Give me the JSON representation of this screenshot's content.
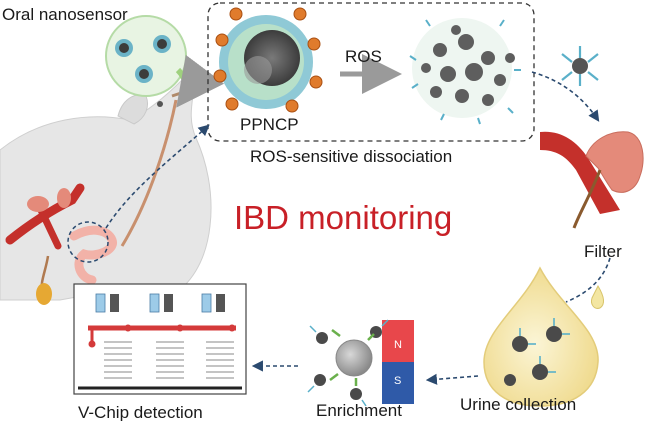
{
  "labels": {
    "oral_nanosensor": "Oral nanosensor",
    "ros": "ROS",
    "ppncp": "PPNCP",
    "ros_dissociation": "ROS-sensitive dissociation",
    "title": "IBD monitoring",
    "filter": "Filter",
    "urine_collection": "Urine collection",
    "enrichment": "Enrichment",
    "vchip_detection": "V-Chip detection",
    "magnet_north": "N",
    "magnet_south": "S"
  },
  "icons": [
    "mouse-illustration",
    "nanosensor-bubble-icon",
    "ppncp-nanoparticle-icon",
    "dissociated-particle-icon",
    "kidney-icon",
    "urine-drop-icon",
    "magnet-icon",
    "magnetic-bead-icon",
    "v-chip-icon"
  ],
  "colors": {
    "title": "#c82027",
    "arrow": "#2b4a6f",
    "magnet_north": "#e8474b",
    "magnet_south": "#2f5aa8",
    "vessel": "#c4302b",
    "kidney": "#e48a7a",
    "urine": "#f3e6a2"
  }
}
